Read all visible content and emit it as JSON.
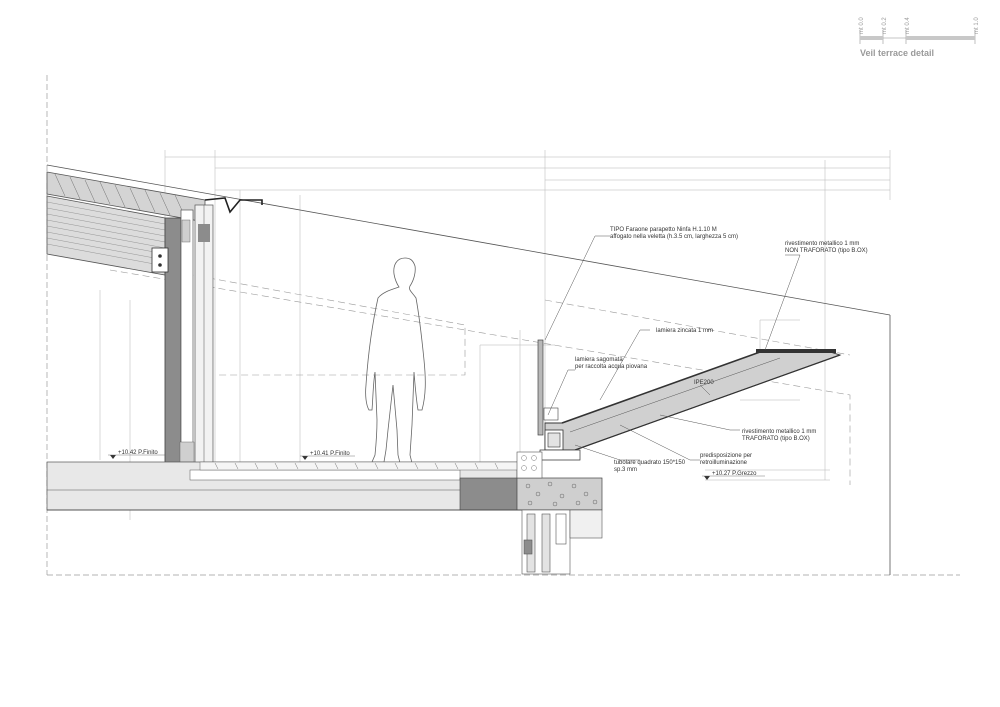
{
  "scale_bar": {
    "ticks": [
      "mt 0.0",
      "mt 0.2",
      "mt 0.4",
      "mt 1.0"
    ],
    "title": "Veil terrace detail"
  },
  "annotations": {
    "parapet": [
      "TIPO Faraone parapetto Ninfa H.1.10 M",
      "affogato nella veletta (h.3.5 cm, larghezza 5 cm)"
    ],
    "cladding_top": [
      "rivestimento metallico 1 mm",
      "NON TRAFORATO (tipo B.OX)"
    ],
    "galvanized_sheet": "lamiera zincata 1 mm",
    "shaped_sheet": [
      "lamiera sagomata",
      "per raccolta acqua piovana"
    ],
    "beam": "IPE200",
    "cladding_bottom": [
      "rivestimento metallico 1 mm",
      "TRAFORATO (tipo B.OX)"
    ],
    "backlight": [
      "predisposizione per",
      "retroilluminazione"
    ],
    "tube": [
      "tubolare quadrato 150*150",
      "sp.3 mm"
    ]
  },
  "levels": {
    "left": "+10.42 P.Finito",
    "middle": "+10.41 P.Finito",
    "right": "+10.27 P.Grezzo"
  },
  "colors": {
    "line": "#555555",
    "light_line": "#9a9a9a",
    "hatch_fill": "#d4d4d4",
    "dark_fill": "#8c8c8c",
    "medium_fill": "#b8b8b8"
  }
}
